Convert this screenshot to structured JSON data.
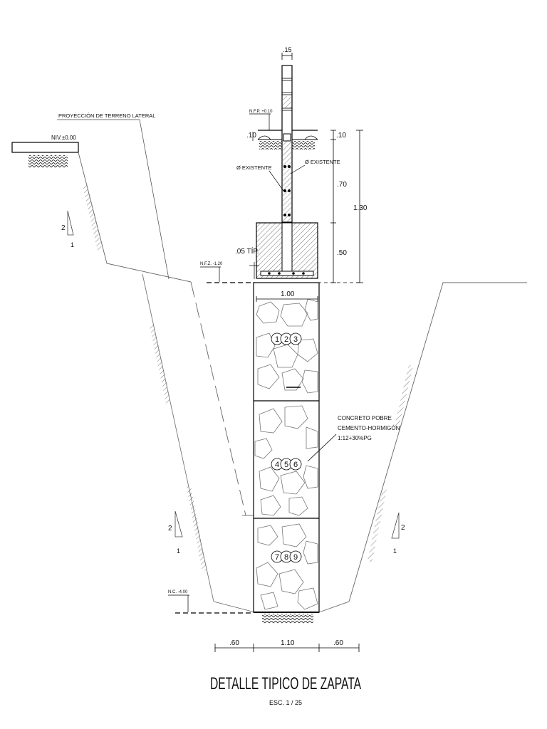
{
  "title": "DETALLE TIPICO DE ZAPATA",
  "scale": "ESC. 1 / 25",
  "labels": {
    "terrain_projection": "PROYECCIÓN DE TERRENO LATERAL",
    "ground_level": "NIV.±0.00",
    "nfp": "N.F.P. +0.10",
    "nfz": "N.F.Z. -1.20",
    "nc": "N.C. -4.00",
    "bar_left": "Ø EXISTENTE",
    "bar_right": "Ø EXISTENTE",
    "typical": ".05 TÍP.",
    "concrete_1": "CONCRETO  POBRE",
    "concrete_2": "CEMENTO-HORMIGÓN",
    "concrete_3": "1:12+30%PG"
  },
  "dimensions": {
    "col_width": ".15",
    "top_left": ".10",
    "top_right": ".10",
    "upper": ".70",
    "total": "1.30",
    "lower": ".50",
    "footing_width": "1.00",
    "bottom_left": ".60",
    "bottom_mid": "1.10",
    "bottom_right": ".60"
  },
  "layers": [
    "1",
    "2",
    "3",
    "4",
    "5",
    "6",
    "7",
    "8",
    "9"
  ],
  "slopes": {
    "upper_left": {
      "h": "2",
      "v": "1"
    },
    "lower_left": {
      "h": "2",
      "v": "1"
    },
    "lower_right": {
      "h": "2",
      "v": "1"
    }
  }
}
